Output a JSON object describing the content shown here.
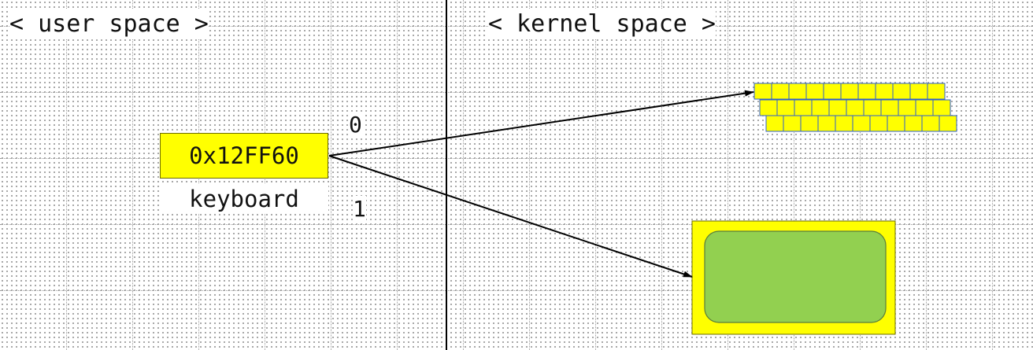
{
  "labels": {
    "user_space": "< user space >",
    "kernel_space": "< kernel space >"
  },
  "handle": {
    "value": "0x12FF60",
    "caption": "keyboard"
  },
  "indices": {
    "first": "0",
    "second": "1"
  },
  "colors": {
    "yellow": "#ffff00",
    "green": "#92d050",
    "cell_border": "#2f5fd0",
    "line": "#000000"
  }
}
